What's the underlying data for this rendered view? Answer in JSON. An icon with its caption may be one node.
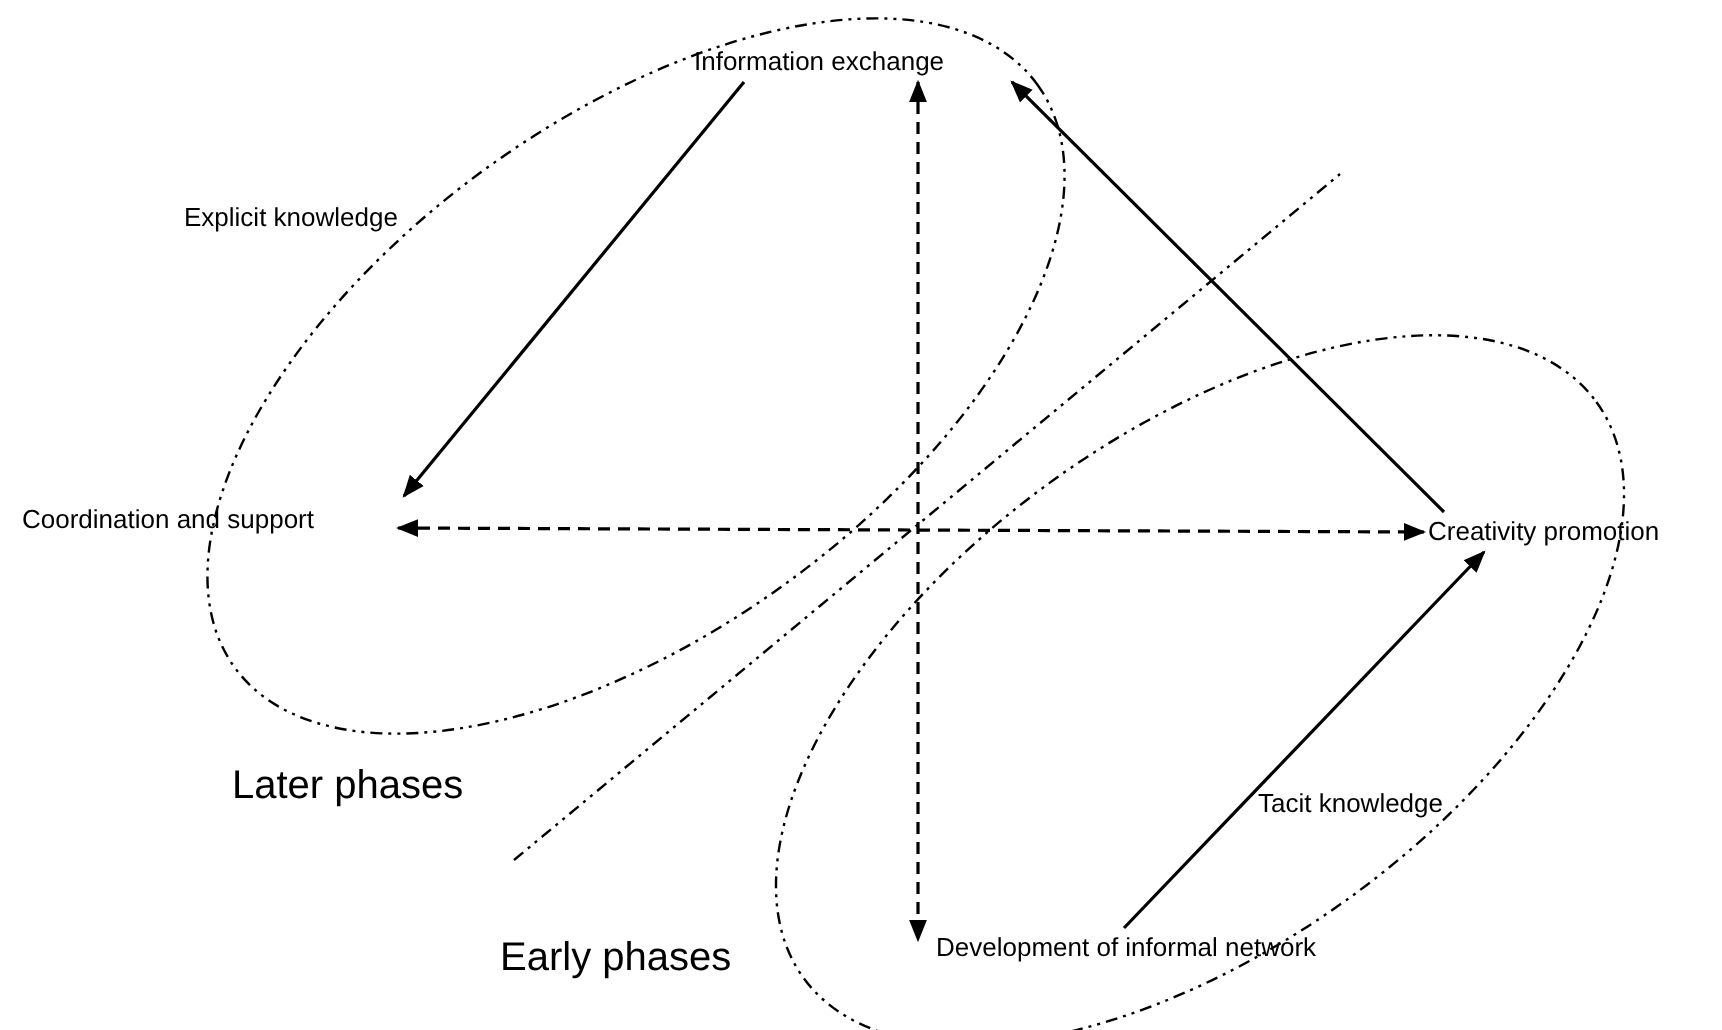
{
  "diagram": {
    "nodes": [
      {
        "text": [
          "Information exchange"
        ]
      },
      {
        "text": [
          "Coordination and support"
        ]
      },
      {
        "text": [
          "Creativity promotion"
        ]
      },
      {
        "text": [
          "Development of informal network"
        ]
      }
    ],
    "edges": [
      {
        "from": 0,
        "to": 1,
        "arrow": "to"
      },
      {
        "from": 2,
        "to": 0,
        "arrow": "to"
      },
      {
        "from": 3,
        "to": 2,
        "arrow": "to"
      },
      {
        "from": 0,
        "to": 3,
        "arrow": "both",
        "style": "dashed"
      },
      {
        "from": 1,
        "to": 2,
        "arrow": "both",
        "style": "dashed"
      }
    ],
    "labels": [
      "Explicit knowledge",
      "Later phases",
      "Tacit knowledge",
      "Early phases"
    ]
  }
}
